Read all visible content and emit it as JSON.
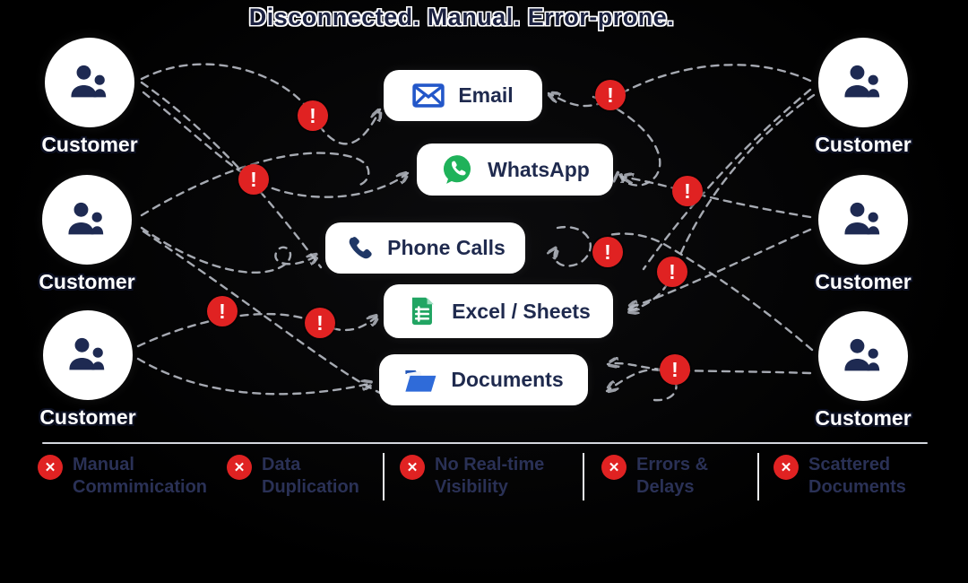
{
  "title": "Disconnected. Manual. Error-prone.",
  "customers": {
    "left": [
      {
        "label": "Customer"
      },
      {
        "label": "Customer"
      },
      {
        "label": "Customer"
      }
    ],
    "right": [
      {
        "label": "Customer"
      },
      {
        "label": "Customer"
      },
      {
        "label": "Customer"
      }
    ]
  },
  "channels": [
    {
      "label": "Email",
      "icon": "email-icon"
    },
    {
      "label": "WhatsApp",
      "icon": "whatsapp-icon"
    },
    {
      "label": "Phone Calls",
      "icon": "phone-icon"
    },
    {
      "label": "Excel / Sheets",
      "icon": "spreadsheet-icon"
    },
    {
      "label": "Documents",
      "icon": "folder-icon"
    }
  ],
  "warning_glyph": "!",
  "problem_glyph": "✕",
  "problems": [
    {
      "line1": "Manual",
      "line2": "Commimication"
    },
    {
      "line1": "Data",
      "line2": "Duplication"
    },
    {
      "line1": "No Real-time",
      "line2": "Visibility"
    },
    {
      "line1": "Errors &",
      "line2": "Delays"
    },
    {
      "line1": "Scattered",
      "line2": "Documents"
    }
  ],
  "colors": {
    "background": "#000000",
    "title_text": "#1b2140",
    "card_bg": "#ffffff",
    "card_text": "#1f2a4e",
    "warning_red": "#e02222",
    "whatsapp_green": "#1fb25a",
    "sheets_green": "#21a563",
    "email_blue": "#2357c9",
    "folder_blue": "#2f6bd9",
    "phone_navy": "#1f3766",
    "people_navy": "#1e2a52",
    "arrow_gray": "#b4b8c1",
    "problem_text": "#2a3156"
  }
}
